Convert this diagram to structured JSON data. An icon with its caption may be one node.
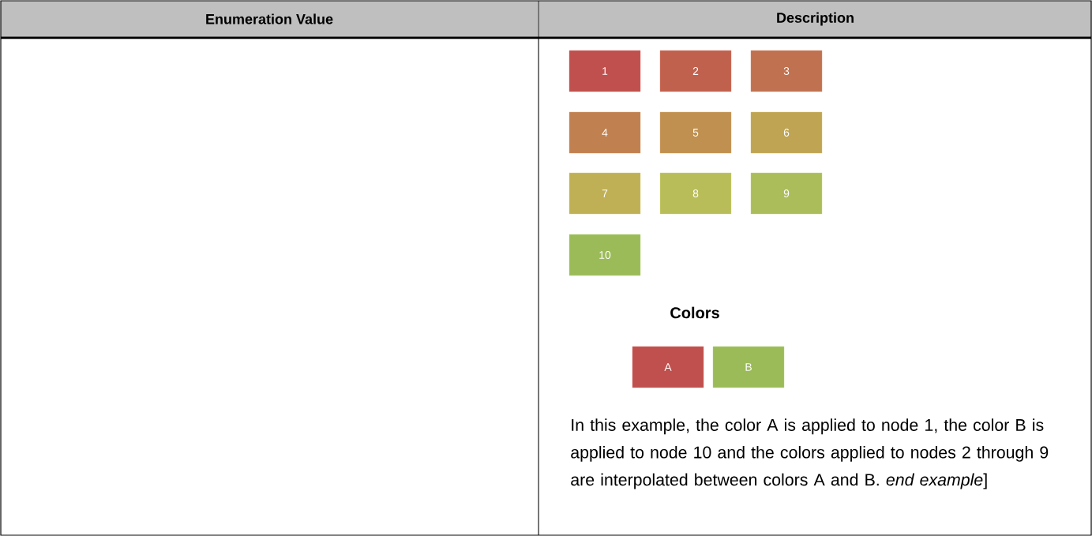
{
  "diagram": {
    "nodes": [
      {
        "text": [
          "1"
        ]
      },
      {
        "text": [
          "2"
        ]
      },
      {
        "text": [
          "3"
        ]
      },
      {
        "text": [
          "4"
        ]
      },
      {
        "text": [
          "5"
        ]
      },
      {
        "text": [
          "6"
        ]
      },
      {
        "text": [
          "7"
        ]
      },
      {
        "text": [
          "8"
        ]
      },
      {
        "text": [
          "9"
        ]
      },
      {
        "text": [
          "10"
        ]
      },
      {
        "text": [
          "A"
        ]
      },
      {
        "text": [
          "B"
        ]
      }
    ],
    "labels": [
      "Enumeration Value",
      "Description",
      "Colors",
      "In this example, the color A is applied to node 1, the color B is applied to node 10 and the colors applied to nodes 2 through 9 are interpolated between colors A and B.  *end example*]"
    ]
  }
}
